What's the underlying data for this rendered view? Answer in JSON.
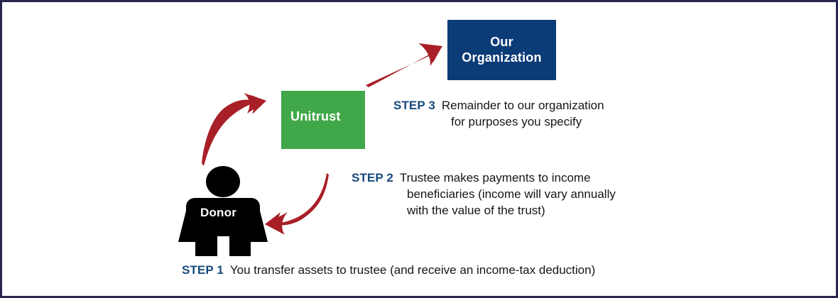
{
  "page": {
    "title": "Charitable Remainder Unitrust Flow Diagram",
    "border_color": "#26264f",
    "background": "#ffffff"
  },
  "nodes": {
    "organization": {
      "line1": "Our",
      "line2": "Organization",
      "color": "#0b3c77",
      "text_color": "#ffffff"
    },
    "unitrust": {
      "label": "Unitrust",
      "color": "#40a848",
      "text_color": "#ffffff"
    },
    "donor": {
      "label": "Donor",
      "color": "#000000",
      "text_color": "#ffffff"
    }
  },
  "arrows": {
    "color": "#a81f27",
    "donor_to_unitrust": "curved arrow from donor up to unitrust",
    "unitrust_to_donor": "curved arrow from unitrust down to donor",
    "unitrust_to_organization": "straight tapered arrow from unitrust up to our organization"
  },
  "steps": {
    "step1": {
      "tag": "STEP 1",
      "lines": [
        "You transfer assets to trustee (and receive an income-tax deduction)"
      ]
    },
    "step2": {
      "tag": "STEP 2",
      "lines": [
        "Trustee makes payments to income",
        "beneficiaries (income will vary annually",
        "with the value of the trust)"
      ]
    },
    "step3": {
      "tag": "STEP 3",
      "lines": [
        "Remainder to our organization",
        "for purposes you specify"
      ]
    }
  }
}
